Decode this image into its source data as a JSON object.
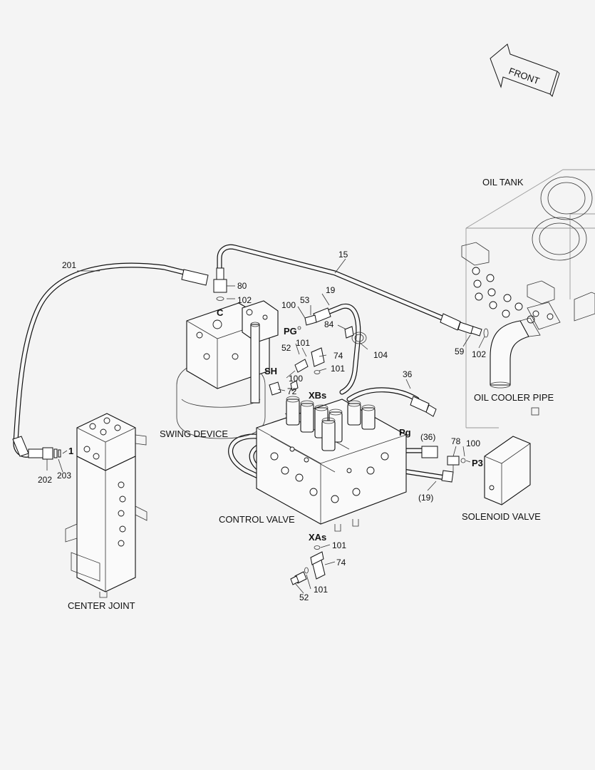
{
  "front_arrow": {
    "label": "FRONT"
  },
  "components": {
    "oil_tank": "OIL TANK",
    "oil_cooler_pipe": "OIL COOLER PIPE",
    "swing_device": "SWING DEVICE",
    "control_valve": "CONTROL VALVE",
    "solenoid_valve": "SOLENOID VALVE",
    "center_joint": "CENTER JOINT"
  },
  "ports": {
    "c": "C",
    "pg_upper": "PG",
    "sh": "SH",
    "xbs": "XBs",
    "pg_lower": "Pg",
    "p3": "P3",
    "xas": "XAs"
  },
  "part_numbers": {
    "n201": "201",
    "n15": "15",
    "n80": "80",
    "n102_top": "102",
    "n19": "19",
    "n53": "53",
    "n100_a": "100",
    "n84": "84",
    "n101_a": "101",
    "n74_a": "74",
    "n52_a": "52",
    "n101_b": "101",
    "n100_b": "100",
    "n72": "72",
    "n104": "104",
    "n59": "59",
    "n102_right": "102",
    "n36": "36",
    "n36_ref": "(36)",
    "n78": "78",
    "n100_c": "100",
    "n19_ref": "(19)",
    "n1": "1",
    "n202": "202",
    "n203": "203",
    "n101_c": "101",
    "n74_b": "74",
    "n101_d": "101",
    "n52_b": "52"
  }
}
